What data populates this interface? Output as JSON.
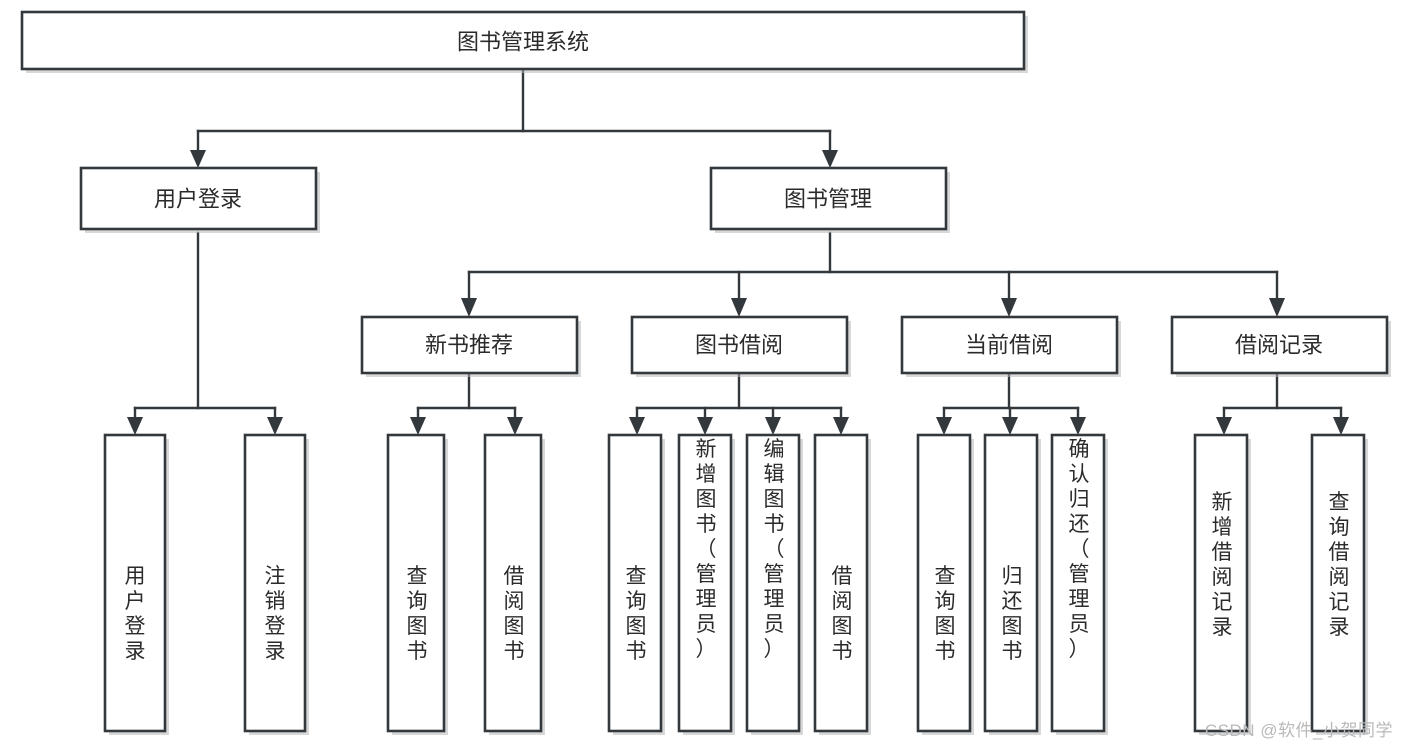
{
  "diagram": {
    "type": "tree",
    "title": "图书管理系统",
    "watermark": "CSDN @软件_小贺同学",
    "colors": {
      "stroke": "#33383d",
      "fill": "#ffffff",
      "text": "#2b2b2b",
      "watermark": "#b9b9b9"
    },
    "root": {
      "label": "图书管理系统"
    },
    "level2": [
      {
        "label": "用户登录"
      },
      {
        "label": "图书管理"
      }
    ],
    "level3": [
      {
        "label": "新书推荐"
      },
      {
        "label": "图书借阅"
      },
      {
        "label": "当前借阅"
      },
      {
        "label": "借阅记录"
      }
    ],
    "leaves": {
      "user_login": [
        {
          "label": "用户登录"
        },
        {
          "label": "注销登录"
        }
      ],
      "new_book_recommend": [
        {
          "label": "查询图书"
        },
        {
          "label": "借阅图书"
        }
      ],
      "book_borrow": [
        {
          "label": "查询图书"
        },
        {
          "label": "新增图书（管理员）"
        },
        {
          "label": "编辑图书（管理员）"
        },
        {
          "label": "借阅图书"
        }
      ],
      "current_borrow": [
        {
          "label": "查询图书"
        },
        {
          "label": "归还图书"
        },
        {
          "label": "确认归还（管理员）"
        }
      ],
      "borrow_record": [
        {
          "label": "新增借阅记录"
        },
        {
          "label": "查询借阅记录"
        }
      ]
    }
  }
}
